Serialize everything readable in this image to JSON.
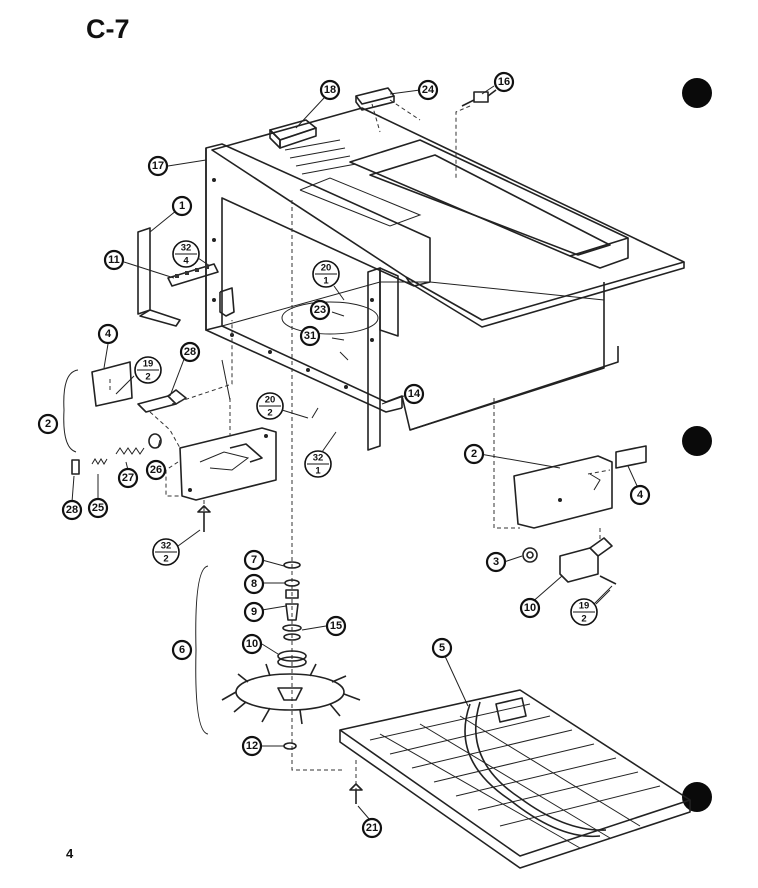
{
  "page": {
    "title": "C-7",
    "page_number": "4"
  },
  "callouts": [
    {
      "id": "c1",
      "label": "1"
    },
    {
      "id": "c2a",
      "label": "2"
    },
    {
      "id": "c2b",
      "label": "2"
    },
    {
      "id": "c3",
      "label": "3"
    },
    {
      "id": "c4a",
      "label": "4"
    },
    {
      "id": "c4b",
      "label": "4"
    },
    {
      "id": "c5",
      "label": "5"
    },
    {
      "id": "c6",
      "label": "6"
    },
    {
      "id": "c7",
      "label": "7"
    },
    {
      "id": "c8",
      "label": "8"
    },
    {
      "id": "c9",
      "label": "9"
    },
    {
      "id": "c10a",
      "label": "10"
    },
    {
      "id": "c10b",
      "label": "10"
    },
    {
      "id": "c11",
      "label": "11"
    },
    {
      "id": "c12",
      "label": "12"
    },
    {
      "id": "c14",
      "label": "14"
    },
    {
      "id": "c15",
      "label": "15"
    },
    {
      "id": "c16",
      "label": "16"
    },
    {
      "id": "c17",
      "label": "17"
    },
    {
      "id": "c18",
      "label": "18"
    },
    {
      "id": "c21",
      "label": "21"
    },
    {
      "id": "c24",
      "label": "24"
    },
    {
      "id": "c25",
      "label": "25"
    },
    {
      "id": "c26",
      "label": "26"
    },
    {
      "id": "c27",
      "label": "27"
    },
    {
      "id": "c28a",
      "label": "28"
    },
    {
      "id": "c28b",
      "label": "28"
    },
    {
      "id": "c31",
      "label": "31"
    },
    {
      "id": "c23",
      "label": "23"
    }
  ],
  "fractions": [
    {
      "id": "f32_4",
      "top": "32",
      "bottom": "4"
    },
    {
      "id": "f20_1",
      "top": "20",
      "bottom": "1"
    },
    {
      "id": "f19_2a",
      "top": "19",
      "bottom": "2"
    },
    {
      "id": "f20_2",
      "top": "20",
      "bottom": "2"
    },
    {
      "id": "f32_1",
      "top": "32",
      "bottom": "1"
    },
    {
      "id": "f32_2",
      "top": "32",
      "bottom": "2"
    },
    {
      "id": "f19_2b",
      "top": "19",
      "bottom": "2"
    }
  ]
}
